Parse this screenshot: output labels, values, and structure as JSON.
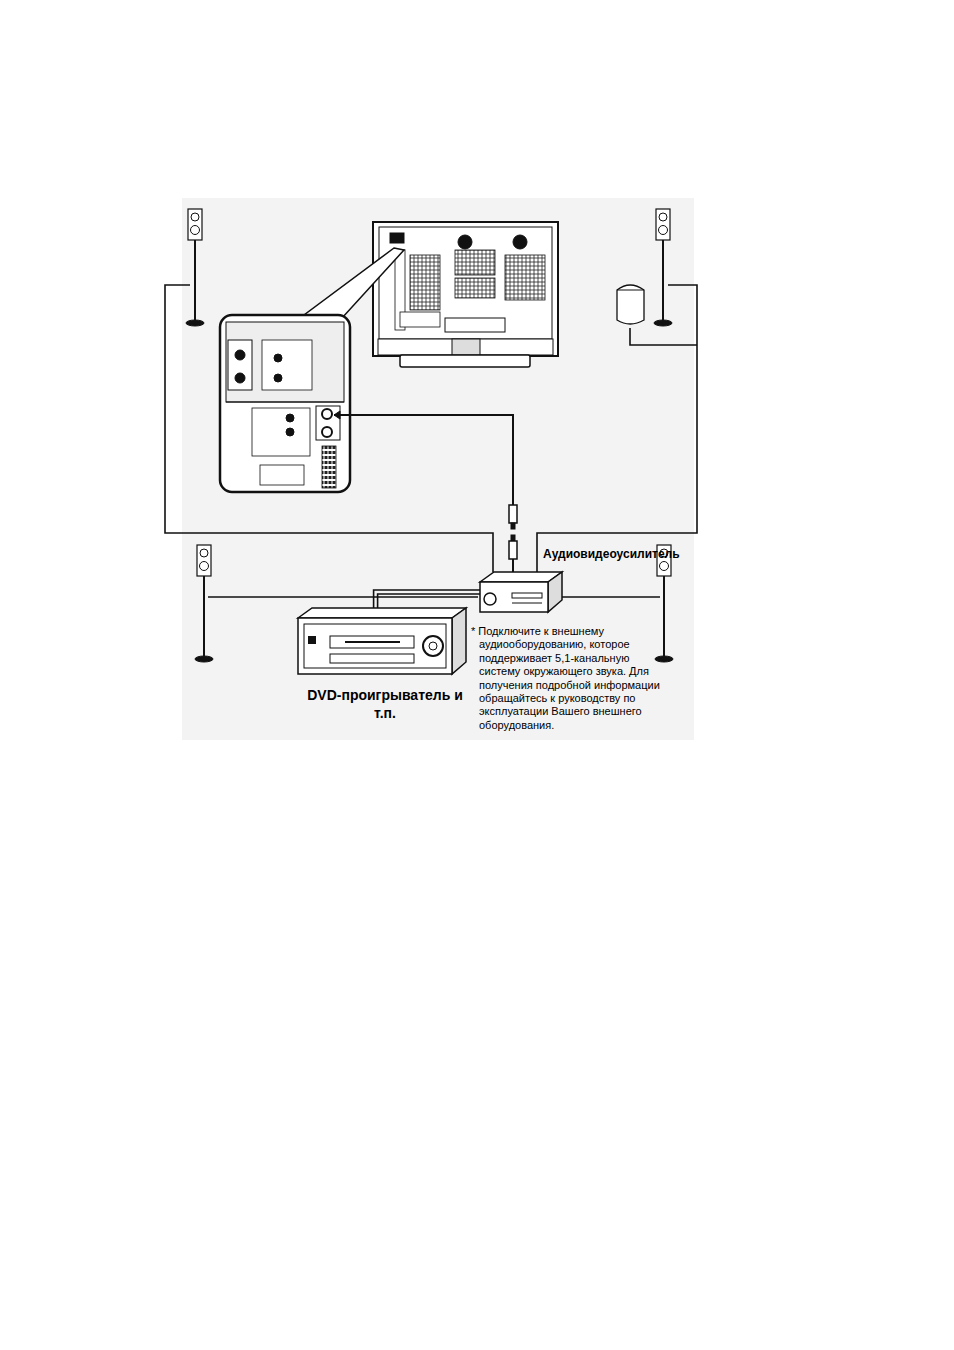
{
  "diagram": {
    "nodes": [
      {
        "text": [
          "Аудиовидеоусилитель"
        ]
      },
      {
        "text": [
          "DVD-проигрыватель и т.п."
        ]
      }
    ],
    "edges": [
      {
        "from": 1,
        "to": 0,
        "arrow": "none"
      }
    ],
    "labels": [
      "* Подключите к внешнему аудиооборудованию, которое поддерживает 5,1-канальную систему окружающего звука. Для получения подробной информации обращайтесь к руководству по эксплуатации Вашего внешнего оборудования."
    ]
  }
}
